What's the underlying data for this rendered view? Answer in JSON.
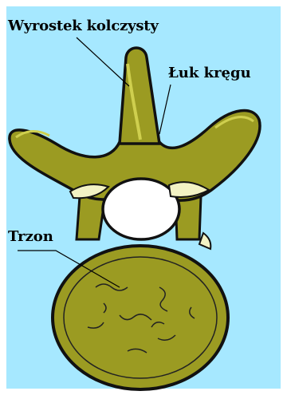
{
  "diagram": {
    "labels": {
      "spinous_process": "Wyrostek kolczysty",
      "vertebral_arch": "Łuk kręgu",
      "vertebral_body": "Trzon"
    }
  },
  "colors": {
    "background": "#A6E8FF",
    "bone_fill": "#9B9B22",
    "bone_highlight": "#CFCF4E",
    "joint_highlight": "#F2F2C4",
    "outline": "#111111"
  }
}
